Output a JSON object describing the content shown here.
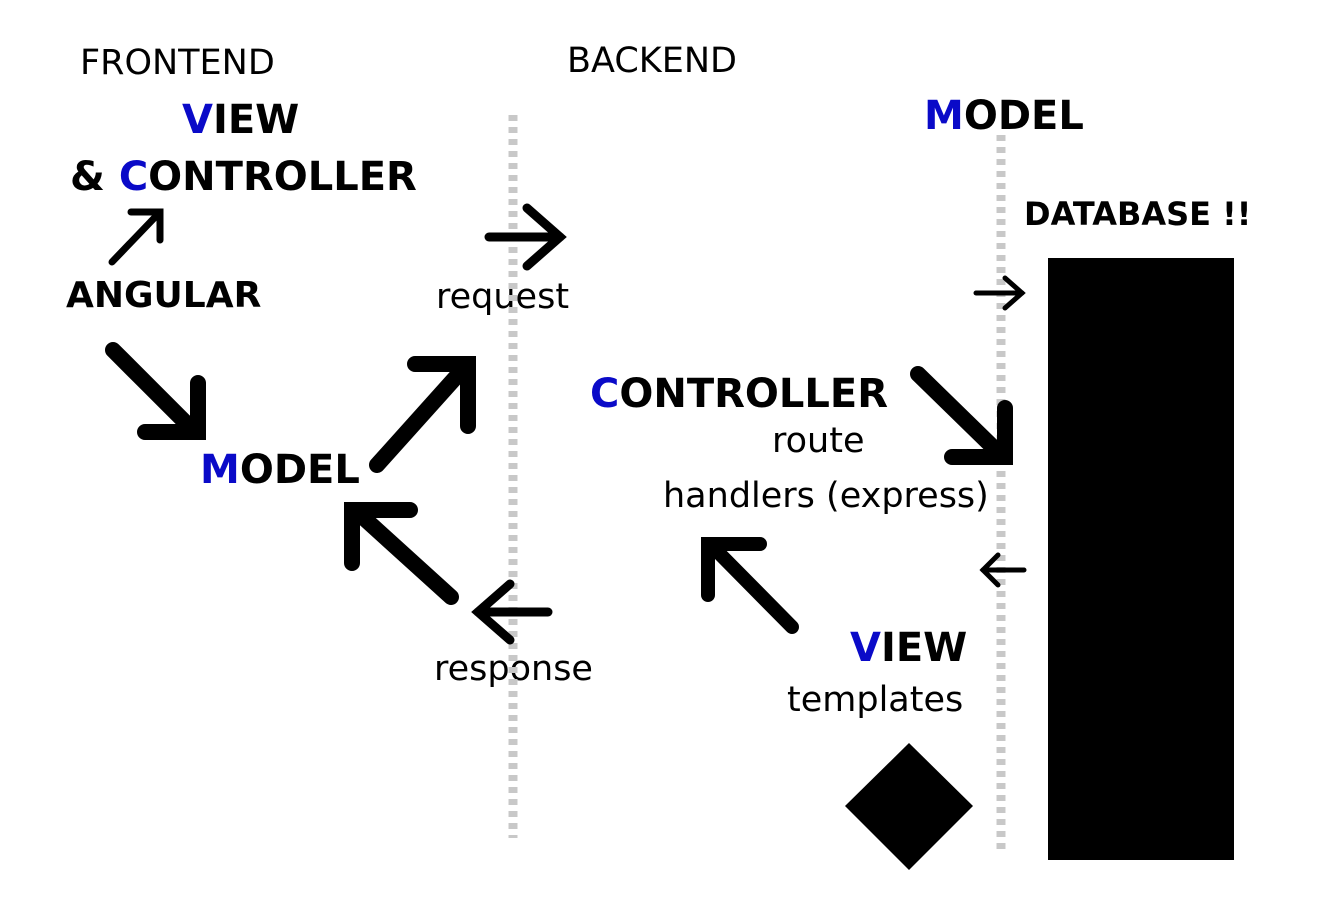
{
  "headings": {
    "frontend": "FRONTEND",
    "backend": "BACKEND"
  },
  "frontend": {
    "view": {
      "first": "V",
      "rest": "IEW"
    },
    "controller": {
      "prefix": "& ",
      "first": "C",
      "rest": "ONTROLLER"
    },
    "angular": "ANGULAR",
    "model": {
      "first": "M",
      "rest": "ODEL"
    }
  },
  "http": {
    "request": "request",
    "response": "response"
  },
  "backend": {
    "controller": {
      "first": "C",
      "rest": "ONTROLLER"
    },
    "controller_desc_line1": "route",
    "controller_desc_line2": "handlers (express)",
    "view": {
      "first": "V",
      "rest": "IEW"
    },
    "view_desc": "templates",
    "model": {
      "first": "M",
      "rest": "ODEL"
    },
    "database": "DATABASE !!"
  },
  "colors": {
    "accent": "#0a0ac8",
    "text": "#000000",
    "divider": "#c8c8c8"
  },
  "icons": [
    "arrow-icon",
    "diamond-icon",
    "database-block"
  ]
}
